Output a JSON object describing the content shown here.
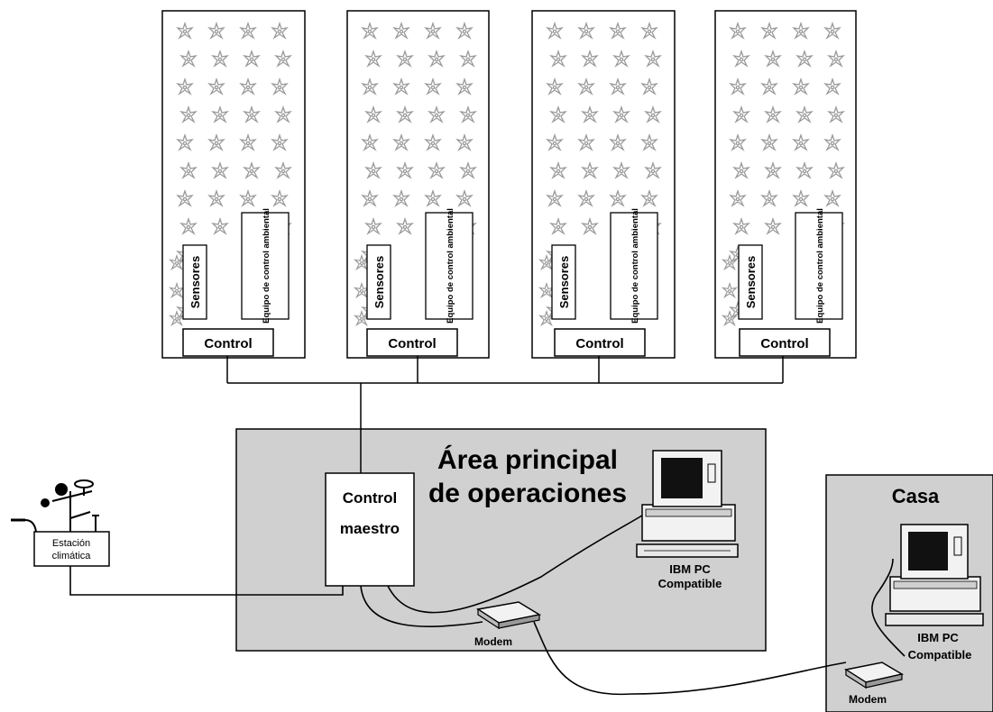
{
  "greenhouses": [
    {
      "sensors_label": "Sensores",
      "equipment_label": "Equipo de control ambiental",
      "control_label": "Control"
    },
    {
      "sensors_label": "Sensores",
      "equipment_label": "Equipo de control ambiental",
      "control_label": "Control"
    },
    {
      "sensors_label": "Sensores",
      "equipment_label": "Equipo de control ambiental",
      "control_label": "Control"
    },
    {
      "sensors_label": "Sensores",
      "equipment_label": "Equipo de control ambiental",
      "control_label": "Control"
    }
  ],
  "main_area": {
    "title_line1": "Área principal",
    "title_line2": "de operaciones",
    "master_line1": "Control",
    "master_line2": "maestro",
    "pc_line1": "IBM PC",
    "pc_line2": "Compatible",
    "modem_label": "Modem"
  },
  "weather_station": {
    "line1": "Estación",
    "line2": "climática"
  },
  "home": {
    "title": "Casa",
    "pc_line1": "IBM PC",
    "pc_line2": "Compatible",
    "modem_label": "Modem"
  },
  "colors": {
    "area_fill": "#d0d0d0",
    "stroke": "#000000",
    "plant": "#aaaaaa"
  }
}
